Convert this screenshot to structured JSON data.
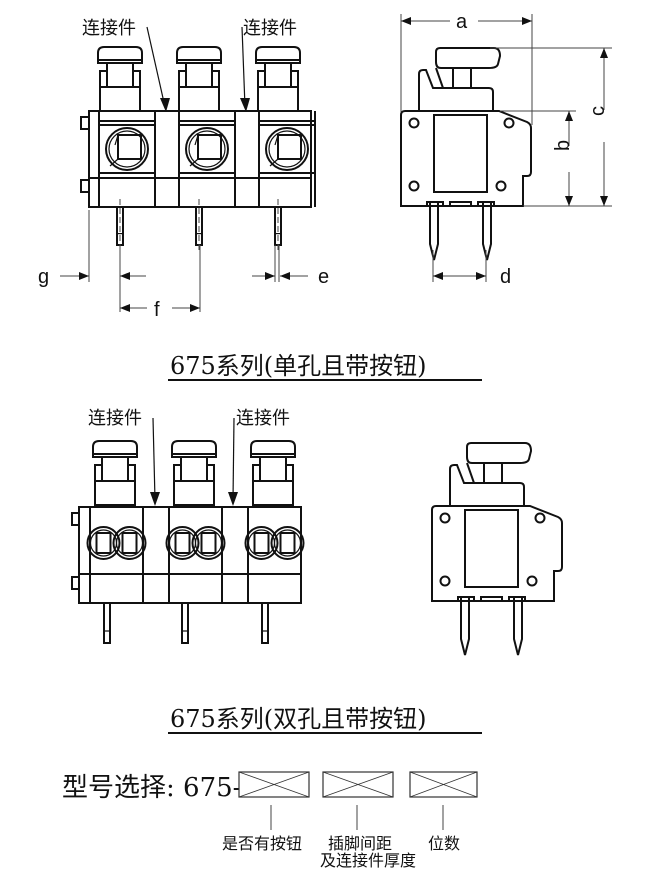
{
  "diagram": {
    "figure1": {
      "title": "675系列(单孔且带按钮)",
      "connector_label_left": "连接件",
      "connector_label_right": "连接件",
      "dimension_labels": {
        "a": "a",
        "b": "b",
        "c": "c",
        "d": "d",
        "e": "e",
        "f": "f",
        "g": "g"
      },
      "positions": 3,
      "hole_type": "single"
    },
    "figure2": {
      "title": "675系列(双孔且带按钮)",
      "connector_label_left": "连接件",
      "connector_label_right": "连接件",
      "positions": 3,
      "hole_type": "double"
    },
    "model_selection": {
      "prefix": "型号选择: 675-",
      "fields": [
        {
          "label_line1": "是否有按钮",
          "label_line2": ""
        },
        {
          "label_line1": "插脚间距",
          "label_line2": "及连接件厚度"
        },
        {
          "label_line1": "位数",
          "label_line2": ""
        }
      ]
    }
  }
}
